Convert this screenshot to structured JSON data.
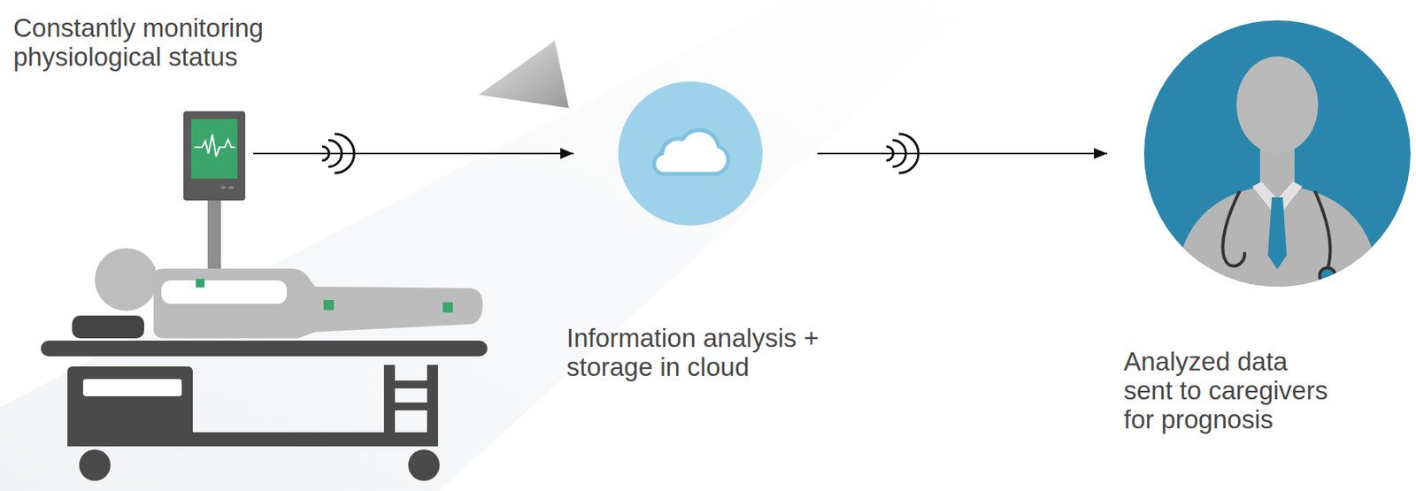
{
  "diagram": {
    "nodes": [
      {
        "text": [
          "Constantly monitoring physiological status"
        ]
      },
      {
        "text": [
          "Information analysis + storage in cloud"
        ]
      },
      {
        "text": [
          "Analyzed data sent to caregivers for prognosis"
        ]
      }
    ],
    "edges": [
      {
        "from": 0,
        "to": 1,
        "arrow": "to"
      },
      {
        "from": 1,
        "to": 2,
        "arrow": "to"
      }
    ]
  }
}
